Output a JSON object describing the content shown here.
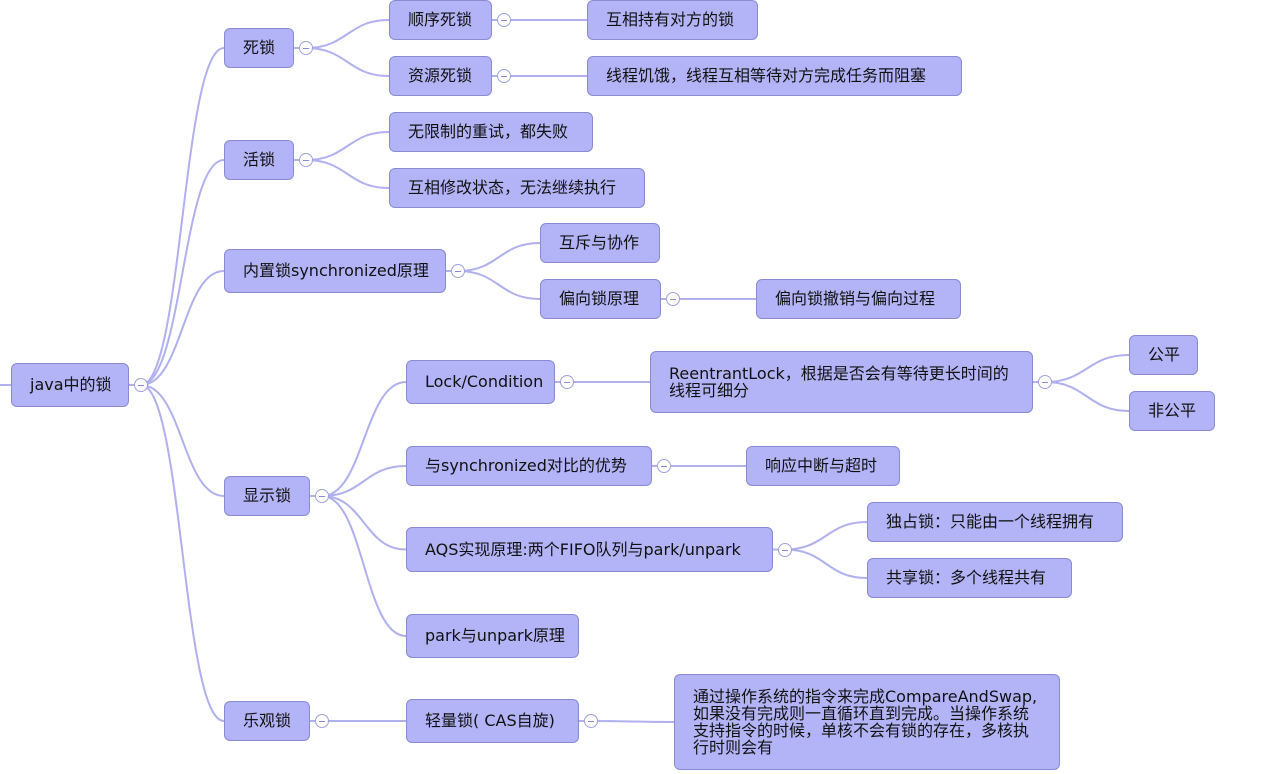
{
  "mindmap": {
    "root": {
      "id": "root",
      "label": "java中的锁"
    },
    "nodes": [
      {
        "id": "deadlock",
        "label": "死锁",
        "parent": "root"
      },
      {
        "id": "seq_deadlock",
        "label": "顺序死锁",
        "parent": "deadlock"
      },
      {
        "id": "seq_deadlock_desc",
        "label": "互相持有对方的锁",
        "parent": "seq_deadlock"
      },
      {
        "id": "res_deadlock",
        "label": "资源死锁",
        "parent": "deadlock"
      },
      {
        "id": "res_deadlock_desc",
        "label": "线程饥饿，线程互相等待对方完成任务而阻塞",
        "parent": "res_deadlock"
      },
      {
        "id": "livelock",
        "label": "活锁",
        "parent": "root"
      },
      {
        "id": "livelock_retry",
        "label": "无限制的重试，都失败",
        "parent": "livelock"
      },
      {
        "id": "livelock_state",
        "label": "互相修改状态，无法继续执行",
        "parent": "livelock"
      },
      {
        "id": "builtin",
        "label": "内置锁synchronized原理",
        "parent": "root"
      },
      {
        "id": "mutex",
        "label": "互斥与协作",
        "parent": "builtin"
      },
      {
        "id": "biased",
        "label": "偏向锁原理",
        "parent": "builtin"
      },
      {
        "id": "biased_revoke",
        "label": "偏向锁撤销与偏向过程",
        "parent": "biased"
      },
      {
        "id": "explicit",
        "label": "显示锁",
        "parent": "root"
      },
      {
        "id": "lockcond",
        "label": "Lock/Condition",
        "parent": "explicit"
      },
      {
        "id": "reentrant",
        "label": "ReentrantLock，根据是否会有等待更长时间的线程可细分",
        "parent": "lockcond"
      },
      {
        "id": "fair",
        "label": "公平",
        "parent": "reentrant"
      },
      {
        "id": "unfair",
        "label": "非公平",
        "parent": "reentrant"
      },
      {
        "id": "vs_sync",
        "label": "与synchronized对比的优势",
        "parent": "explicit"
      },
      {
        "id": "interrupt",
        "label": "响应中断与超时",
        "parent": "vs_sync"
      },
      {
        "id": "aqs",
        "label": "AQS实现原理:两个FIFO队列与park/unpark",
        "parent": "explicit"
      },
      {
        "id": "exclusive",
        "label": "独占锁：只能由一个线程拥有",
        "parent": "aqs"
      },
      {
        "id": "shared",
        "label": "共享锁：多个线程共有",
        "parent": "aqs"
      },
      {
        "id": "park",
        "label": "park与unpark原理",
        "parent": "explicit"
      },
      {
        "id": "optimistic",
        "label": "乐观锁",
        "parent": "root"
      },
      {
        "id": "lightweight",
        "label": "轻量锁( CAS自旋)",
        "parent": "optimistic"
      },
      {
        "id": "cas_desc",
        "label": "通过操作系统的指令来完成CompareAndSwap,如果没有完成则一直循环直到完成。当操作系统支持指令的时候，单核不会有锁的存在，多核执行时则会有",
        "parent": "lightweight"
      }
    ]
  },
  "colors": {
    "node_fill": "#b3b3f7",
    "node_border": "#8a8ad2",
    "edge": "#b0b0ee",
    "text": "#111111"
  }
}
